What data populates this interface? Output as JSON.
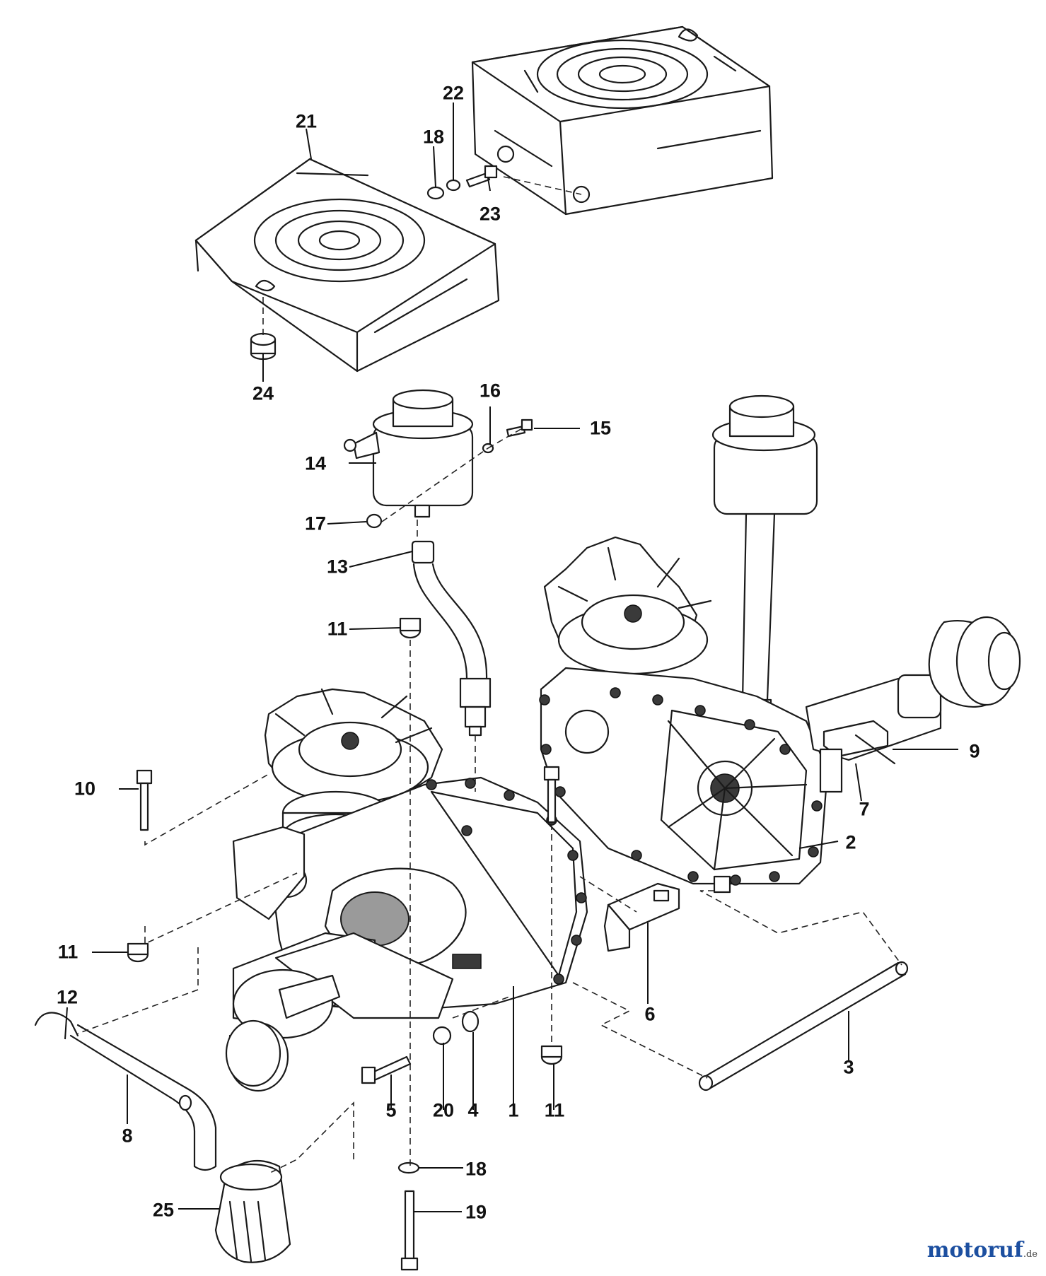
{
  "diagram": {
    "callouts": [
      "1",
      "2",
      "3",
      "4",
      "5",
      "6",
      "7",
      "8",
      "9",
      "10",
      "11",
      "11",
      "11",
      "12",
      "13",
      "14",
      "15",
      "16",
      "17",
      "18",
      "18",
      "19",
      "20",
      "21",
      "22",
      "23",
      "24",
      "25"
    ]
  },
  "watermark": {
    "brand": "motoruf",
    "tld": ".de"
  }
}
